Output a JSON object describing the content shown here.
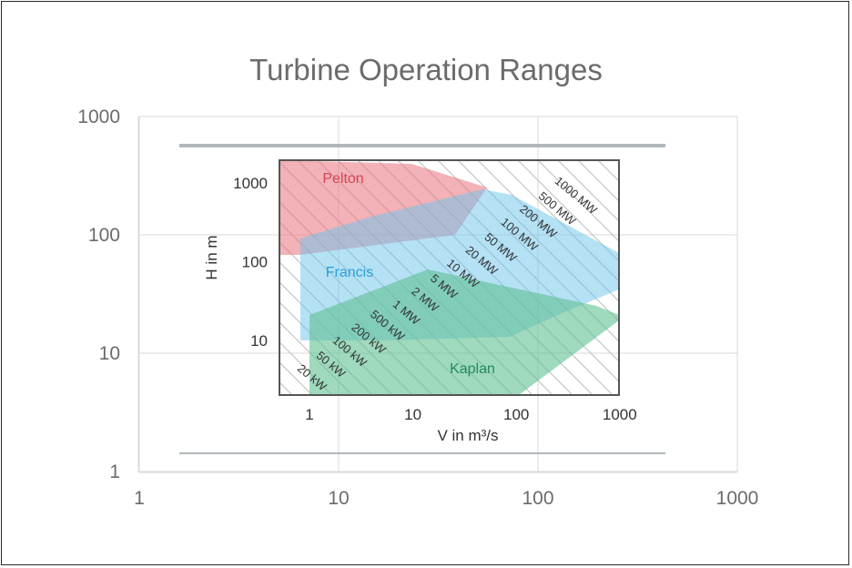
{
  "chart_data": {
    "type": "area",
    "title": "Turbine Operation Ranges",
    "xscale": "log",
    "yscale": "log",
    "xlim": [
      1,
      1000
    ],
    "ylim": [
      1,
      1000
    ],
    "x_ticks": [
      "1",
      "10",
      "100",
      "1000"
    ],
    "y_ticks": [
      "1",
      "10",
      "100",
      "1000"
    ],
    "grid": true,
    "embedded_chart": {
      "xlabel": "V in m³/s",
      "ylabel": "H in m",
      "x_ticks": [
        "1",
        "10",
        "100",
        "1000"
      ],
      "y_ticks": [
        "10",
        "100",
        "1000"
      ],
      "regions": [
        {
          "name": "Pelton",
          "color": "#e8737d"
        },
        {
          "name": "Francis",
          "color": "#6cc3ec"
        },
        {
          "name": "Kaplan",
          "color": "#5fbf93"
        }
      ],
      "power_lines": [
        "20 kW",
        "50 kW",
        "100 kW",
        "200 kW",
        "500 kW",
        "1 MW",
        "2 MW",
        "5 MW",
        "10 MW",
        "20 MW",
        "50 MW",
        "100 MW",
        "200 MW",
        "500 MW",
        "1000 MW"
      ]
    }
  }
}
